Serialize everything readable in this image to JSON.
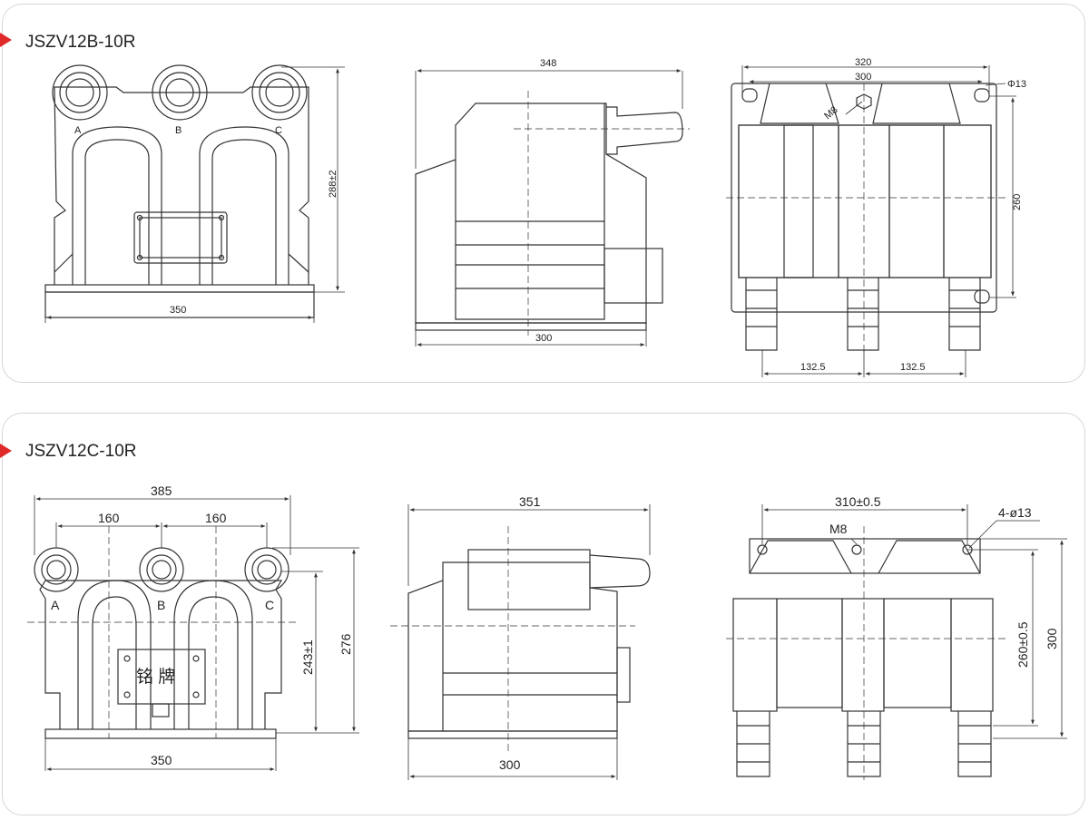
{
  "sections": [
    {
      "model": "JSZV12B-10R",
      "front": {
        "phases": [
          "A",
          "B",
          "C"
        ],
        "width": "350",
        "height": "288±2"
      },
      "side": {
        "top": "348",
        "bottom": "300"
      },
      "top": {
        "outer": "320",
        "inner": "300",
        "hole": "Φ13",
        "thread": "M8",
        "depth": "260",
        "spacing_left": "132.5",
        "spacing_right": "132.5"
      }
    },
    {
      "model": "JSZV12C-10R",
      "front": {
        "phases": [
          "A",
          "B",
          "C"
        ],
        "overall": "385",
        "pitch_left": "160",
        "pitch_right": "160",
        "width": "350",
        "height_inner": "243±1",
        "height_outer": "276",
        "nameplate": "铭 牌"
      },
      "side": {
        "top": "351",
        "bottom": "300"
      },
      "top": {
        "span": "310±0.5",
        "thread": "M8",
        "holes": "4-ø13",
        "depth": "260±0.5",
        "height": "300"
      }
    }
  ],
  "colors": {
    "accent": "#e02a2a",
    "line": "#333333",
    "dash": "#555555"
  }
}
